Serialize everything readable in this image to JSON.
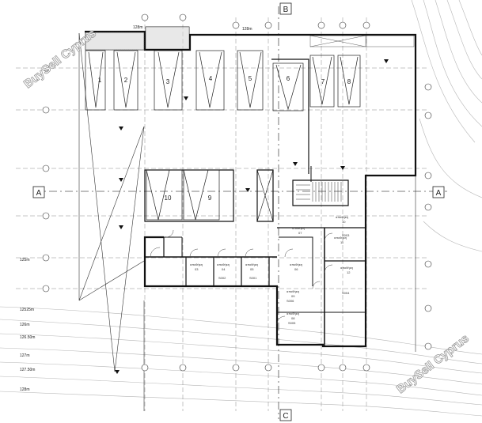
{
  "watermark": "BuySell Cyprus",
  "section_markers": {
    "a_left": "A",
    "a_right": "A",
    "b_top": "B",
    "b_bottom": "C"
  },
  "elevations": {
    "e1": "128m",
    "e2": "128m",
    "e3": "125m",
    "e4": "12525m",
    "e5": "126m",
    "e6": "126.50m",
    "e7": "127m",
    "e8": "127.50m",
    "e9": "128m"
  },
  "parking_numbers": [
    "1",
    "2",
    "3",
    "4",
    "5",
    "6",
    "7",
    "8",
    "10",
    "9"
  ],
  "rooms": {
    "r1": {
      "name": "αποθήκη",
      "id": "10"
    },
    "r2": {
      "name": "αποθήκη",
      "id": "11"
    },
    "r3": {
      "name": "αποθήκη",
      "id": "12"
    },
    "r4": {
      "name": "αποθήκη",
      "id": "07"
    },
    "r5": {
      "name": "αποθήκη",
      "id": "03"
    },
    "r6": {
      "name": "αποθήκη",
      "id": "04"
    },
    "r7": {
      "name": "αποθήκη",
      "id": "05"
    },
    "r8": {
      "name": "αποθήκη",
      "id": "06"
    },
    "r9": {
      "name": "αποθήκη",
      "id": "09"
    },
    "r10": {
      "name": "αποθήκη",
      "id": "08"
    }
  },
  "codes": {
    "c1": "S002",
    "c2": "S003",
    "c3": "S001",
    "c4": "S004",
    "c5": "S005",
    "c6": "S006"
  }
}
